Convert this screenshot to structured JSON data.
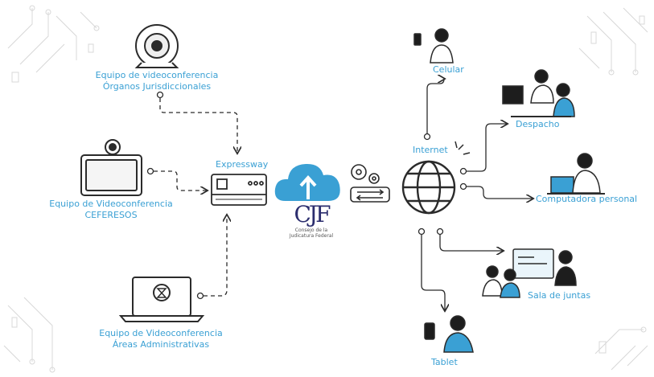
{
  "diagram": {
    "nodes": {
      "organos": {
        "line1": "Equipo de videoconferencia",
        "line2": "Órganos Jurisdiccionales"
      },
      "ceferesos": {
        "line1": "Equipo de Videoconferencia",
        "line2": "CEFERESOS"
      },
      "administrativas": {
        "line1": "Equipo de Videoconferencia",
        "line2": "Áreas Administrativas"
      },
      "expressway": "Expressway",
      "internet": "Internet",
      "celular": "Celular",
      "despacho": "Despacho",
      "computadora": "Computadora personal",
      "sala": "Sala de juntas",
      "tablet": "Tablet"
    },
    "logo": {
      "initials": "CJF",
      "caption_line1": "Consejo de la",
      "caption_line2": "Judicatura Federal"
    },
    "colors": {
      "accent": "#3aa0d4",
      "line": "#2b2b2b",
      "cloud": "#3aa0d4",
      "logo": "#2b2d6e"
    }
  }
}
